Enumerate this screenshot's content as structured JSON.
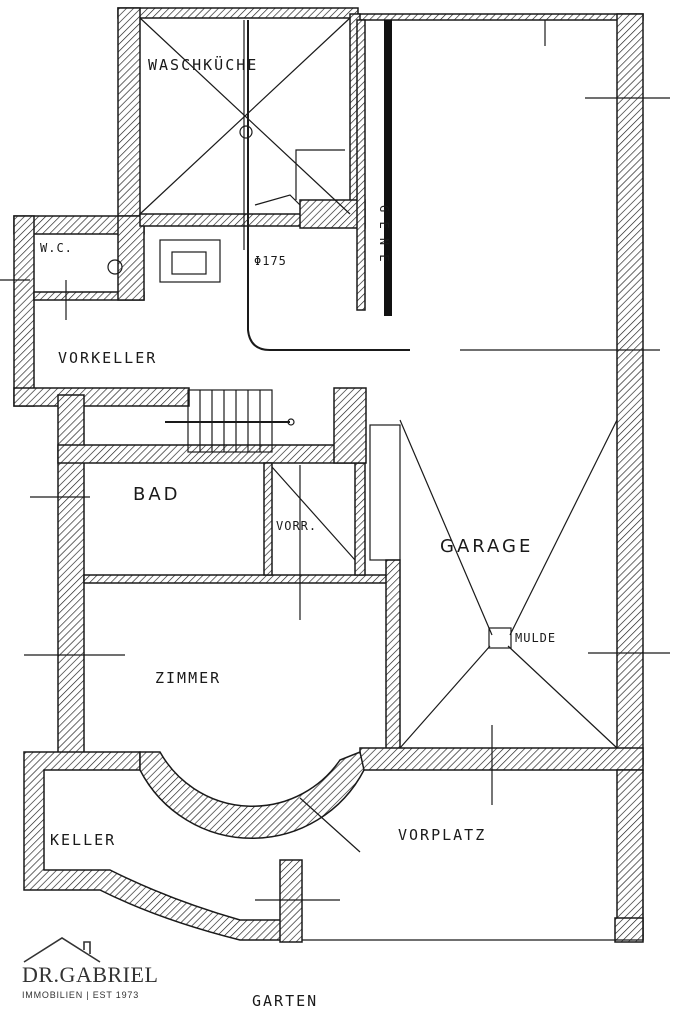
{
  "rooms": {
    "waschkueche": "WASCHKÜCHE",
    "wc": "W.C.",
    "pipe": "Φ175",
    "vorkeller": "VORKELLER",
    "bad": "BAD",
    "vorr": "VORR.",
    "garage": "GARAGE",
    "mulde": "MULDE",
    "zimmer": "ZIMMER",
    "keller": "KELLER",
    "vorplatz": "VORPLATZ",
    "garten": "GARTEN",
    "stair_label": "G E N E"
  },
  "logo": {
    "name": "DR.GABRIEL",
    "tagline": "IMMOBILIEN | EST 1973"
  }
}
